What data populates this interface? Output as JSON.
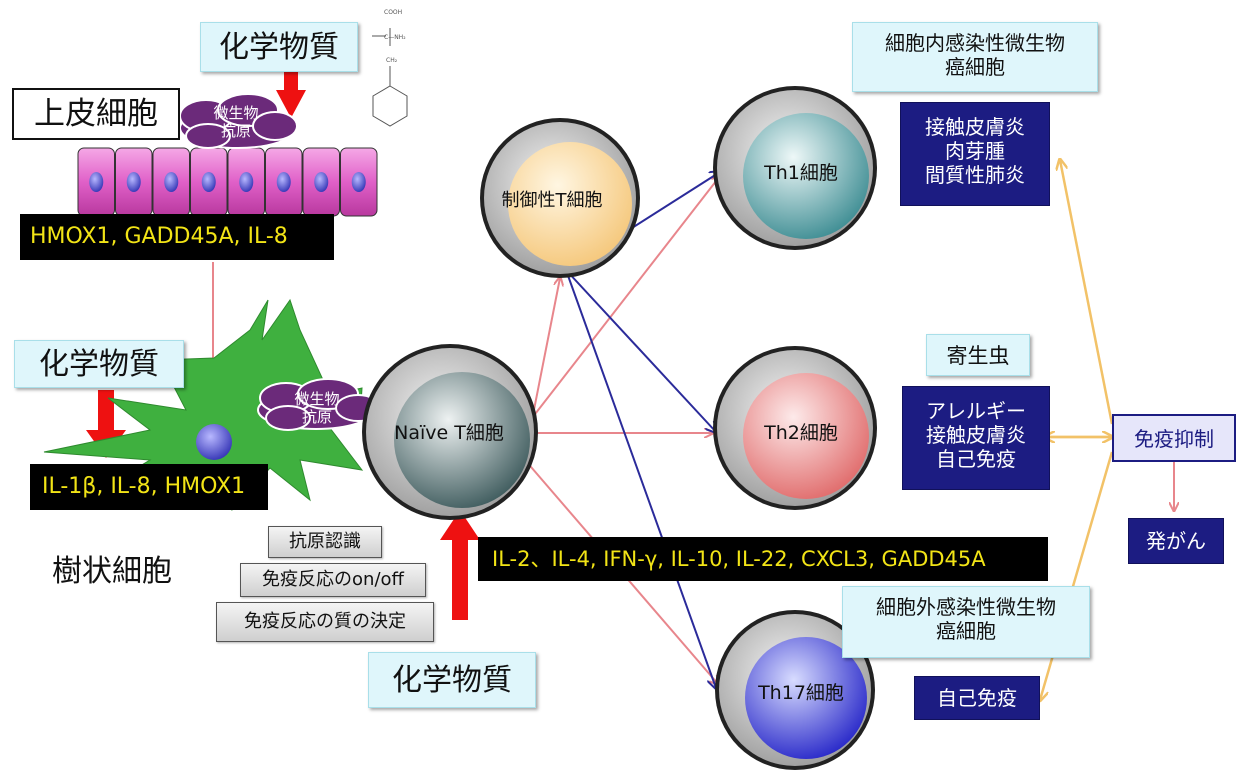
{
  "chemical_labels": {
    "top": "化学物質",
    "left": "化学物質",
    "bottom": "化学物質"
  },
  "epithelial": {
    "title": "上皮細胞",
    "microbe_label": "微生物\n抗原",
    "genes": "HMOX1, GADD45A, IL-8"
  },
  "dendritic": {
    "title": "樹状細胞",
    "microbe_label": "微生物\n抗原",
    "genes": "IL-1β, IL-8, HMOX1",
    "roles": [
      "抗原認識",
      "免疫反応のon/off",
      "免疫反応の質の決定"
    ]
  },
  "cytokines": "IL-2、IL-4, IFN-γ, IL-10, IL-22, CXCL3, GADD45A",
  "cells": {
    "naive": "Naïve T細胞",
    "treg": "制御性T細胞",
    "th1": "Th1細胞",
    "th2": "Th2細胞",
    "th17": "Th17細胞"
  },
  "targets": {
    "th1": "細胞内感染性微生物\n癌細胞",
    "th2": "寄生虫",
    "th17": "細胞外感染性微生物\n癌細胞"
  },
  "diseases": {
    "th1": "接触皮膚炎\n肉芽腫\n間質性肺炎",
    "th2": "アレルギー\n接触皮膚炎\n自己免疫",
    "th17": "自己免疫"
  },
  "immunosuppression": "免疫抑制",
  "carcinogenesis": "発がん",
  "colors": {
    "pink_arrow": "#e8868c",
    "blue_arrow": "#2b2b9a",
    "orange_arrow": "#f2c268",
    "red_arrow": "#ee1111",
    "navy_box": "#1c1c82",
    "cyan_box": "#dff6fb",
    "dendritic_green": "#3fb03f",
    "epithelial_magenta": "#e060c8",
    "microbe_purple": "#6b2a7a"
  }
}
